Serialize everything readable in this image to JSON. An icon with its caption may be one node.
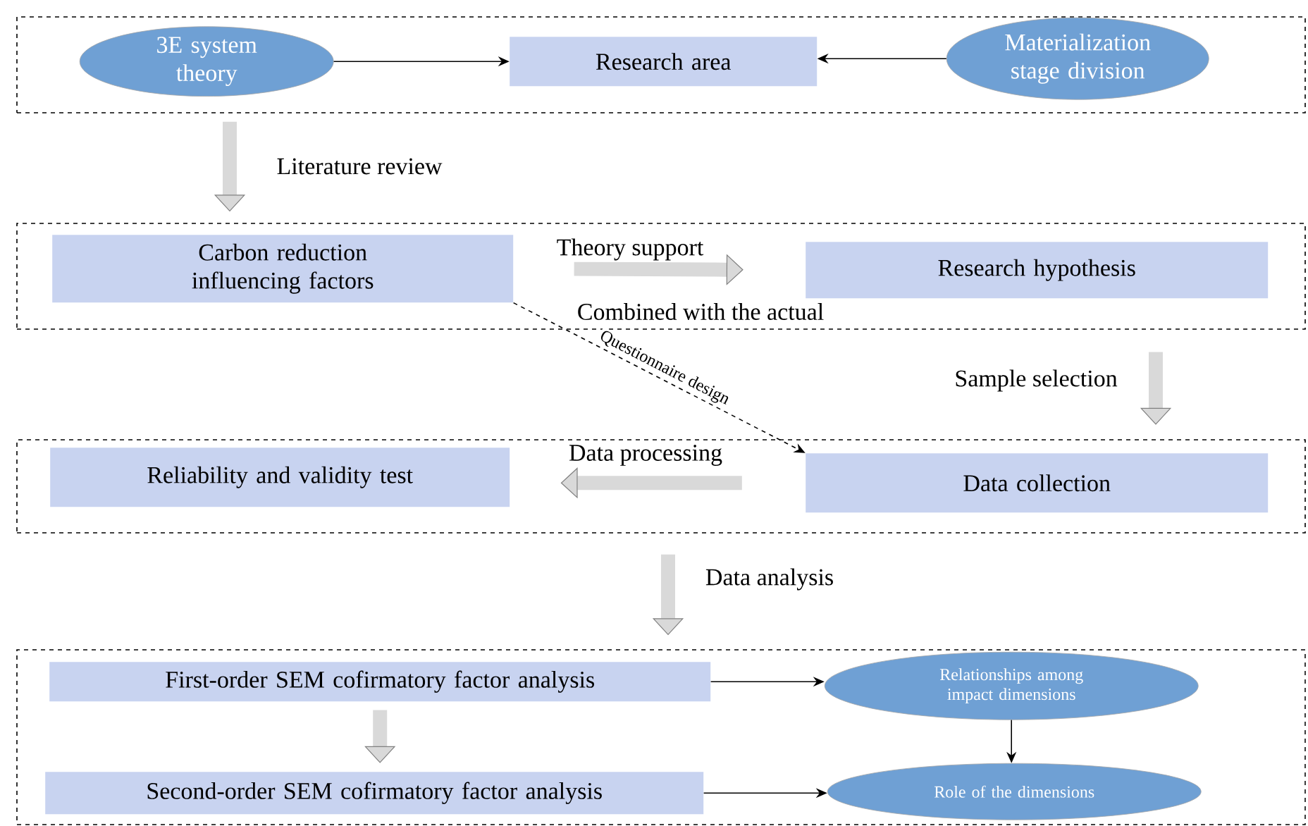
{
  "diagram": {
    "nodes": [
      {
        "text": [],
        "shape": "box"
      },
      {
        "text": [
          "3E system theory"
        ],
        "in": 0
      },
      {
        "text": [
          "Research area"
        ],
        "in": 0
      },
      {
        "text": [
          "Materialization stage division"
        ],
        "in": 0
      },
      {
        "text": [],
        "shape": "box"
      },
      {
        "text": [
          "Carbon reduction influencing factors"
        ],
        "in": 4
      },
      {
        "text": [
          "Research hypothesis"
        ],
        "in": 4
      },
      {
        "text": [],
        "shape": "box"
      },
      {
        "text": [
          "Reliability and validity test"
        ],
        "in": 7
      },
      {
        "text": [
          "Data collection"
        ],
        "in": 7
      },
      {
        "text": [],
        "shape": "box"
      },
      {
        "text": [
          "First-order SEM cofirmatory factor analysis"
        ],
        "in": 10
      },
      {
        "text": [
          "Second-order SEM cofirmatory factor analysis"
        ],
        "in": 10
      },
      {
        "text": [
          "Relationships among impact dimensions"
        ],
        "in": 10
      },
      {
        "text": [
          "Role of the dimensions"
        ],
        "in": 10
      }
    ],
    "edges": [
      {
        "from": 1,
        "to": 2,
        "arrow": "to"
      },
      {
        "from": 3,
        "to": 2,
        "arrow": "to"
      },
      {
        "from": 0,
        "to": 4,
        "arrow": "to",
        "label": "Literature review",
        "style": "thick",
        "color": "#d9d9d9"
      },
      {
        "from": 5,
        "to": 6,
        "arrow": "to",
        "label": "Theory support",
        "style": "thick",
        "color": "#d9d9d9"
      },
      {
        "from": 5,
        "to": 9,
        "arrow": "to",
        "label": "Questionnaire design",
        "style": "dashed"
      },
      {
        "from": 6,
        "to": 9,
        "arrow": "to",
        "label": "Sample selection",
        "style": "thick",
        "color": "#d9d9d9"
      },
      {
        "from": 9,
        "to": 8,
        "arrow": "to",
        "label": "Data processing",
        "style": "thick",
        "color": "#d9d9d9"
      },
      {
        "from": 7,
        "to": 10,
        "arrow": "to",
        "label": "Data analysis",
        "style": "thick",
        "color": "#d9d9d9"
      },
      {
        "from": 11,
        "to": 12,
        "arrow": "to",
        "style": "thick",
        "color": "#d9d9d9"
      },
      {
        "from": 11,
        "to": 13,
        "arrow": "to"
      },
      {
        "from": 12,
        "to": 14,
        "arrow": "to"
      },
      {
        "from": 13,
        "to": 14,
        "arrow": "to"
      }
    ],
    "labels": [
      "Combined with the actual"
    ]
  }
}
